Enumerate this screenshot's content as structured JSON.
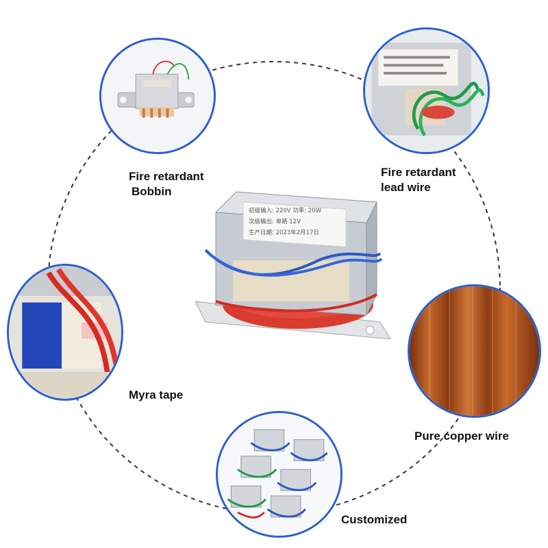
{
  "colors": {
    "bubble_border": "#2a5fd0",
    "dashed_ring": "#333333",
    "copper": "#b5541c",
    "label_text": "#111111"
  },
  "features": [
    {
      "id": "bobbin",
      "lines": [
        "Fire retardant",
        "Bobbin"
      ],
      "icon": "transformer-small-photo"
    },
    {
      "id": "lead-wire",
      "lines": [
        "Fire retardant",
        "lead wire"
      ],
      "icon": "green-lead-wire-photo"
    },
    {
      "id": "myra-tape",
      "lines": [
        "Myra tape"
      ],
      "icon": "blue-tape-coil-photo"
    },
    {
      "id": "copper-wire",
      "lines": [
        "Pure copper wire"
      ],
      "icon": "copper-coil-photo"
    },
    {
      "id": "customized",
      "lines": [
        "Customized"
      ],
      "icon": "multiple-transformers-photo"
    }
  ],
  "center_product": {
    "icon": "ei-transformer-photo",
    "sticker_lines": [
      "初级输入: 220V  功率: 20W",
      "次级输出: 单路  12V",
      "生产日期: 2023年2月17日"
    ]
  }
}
